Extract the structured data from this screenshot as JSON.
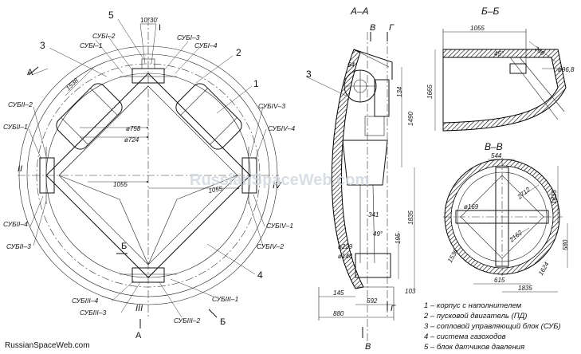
{
  "watermark": "RussianSpaceWeb.com",
  "footer_credit": "RussianSpaceWeb.com",
  "views": {
    "section_aa": "А–А",
    "section_bb": "Б–Б",
    "section_vv": "В–В"
  },
  "main_view": {
    "callouts": [
      "1",
      "2",
      "3",
      "4",
      "5"
    ],
    "angle_top": "10°30'",
    "section_letters": {
      "a_top": "А",
      "a_bottom": "А",
      "b_mid": "Б",
      "b_bottom": "Б"
    },
    "axes": {
      "i": "I",
      "ii": "II",
      "iii": "III",
      "iv": "IV"
    },
    "sub_labels": {
      "i1": "СУБI–1",
      "i2": "СУБI–2",
      "i3": "СУБI–3",
      "i4": "СУБI–4",
      "ii1": "СУБII–1",
      "ii2": "СУБII–2",
      "ii3": "СУБII–3",
      "ii4": "СУБII–4",
      "iii1": "СУБIII–1",
      "iii2": "СУБIII–2",
      "iii3": "СУБIII–3",
      "iii4": "СУБIII–4",
      "iv1": "СУБIV–1",
      "iv2": "СУБIV–2",
      "iv3": "СУБIV–3",
      "iv4": "СУБIV–4"
    },
    "dims": {
      "d758": "ø758",
      "d724": "ø724",
      "d1055a": "1055",
      "d1055b": "1055",
      "d1538": "1538"
    }
  },
  "section_aa_view": {
    "labels": {
      "v_top": "В",
      "g_top": "Г",
      "v_bottom": "В",
      "g_bottom": "Г",
      "callout3": "3"
    },
    "dims": {
      "d64": "64",
      "d134": "134",
      "d1490": "1490",
      "d1835": "1835",
      "d341": "341",
      "d49": "49°",
      "d195": "195",
      "d229": "ø229",
      "d144": "ø144",
      "d103": "103",
      "d145": "145",
      "d592": "592",
      "d880": "880"
    }
  },
  "section_bb_view": {
    "dims": {
      "d1055": "1055",
      "d45": "45°",
      "d266": "266",
      "d968": "ø96,8",
      "d1665": "1665"
    }
  },
  "section_vv_view": {
    "dims": {
      "d544": "544",
      "d2712": "2712",
      "d1835": "1835",
      "d169": "ø169",
      "d2162": "2162",
      "d580": "580",
      "d1536": "1536",
      "d1624": "1624",
      "d615": "615",
      "d1835b": "1835"
    }
  },
  "legend": [
    "1  –  корпус с наполнителем",
    "2  –  пусковой двигатель (ПД)",
    "3  –  сопловой управляющий блок (СУБ)",
    "4  –  система газоходов",
    "5  –  блок датчиков давления"
  ],
  "colors": {
    "line": "#111111",
    "watermark": "#cfd6de",
    "background": "#ffffff"
  }
}
